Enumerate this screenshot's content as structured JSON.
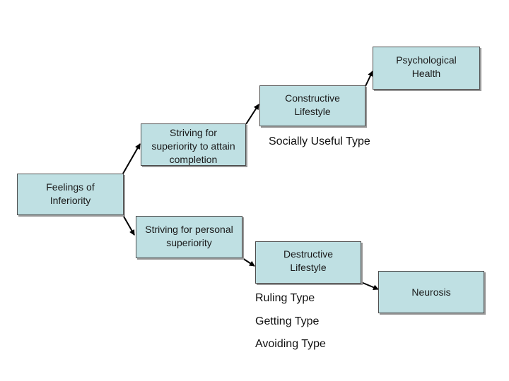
{
  "nodes": {
    "feelings_of_inferiority": "Feelings of\nInferiority",
    "striving_for_superiority_completion": "Striving for\nsuperiority to attain\ncompletion",
    "striving_for_personal_superiority": "Striving for personal\nsuperiority",
    "constructive_lifestyle": "Constructive\nLifestyle",
    "destructive_lifestyle": "Destructive\nLifestyle",
    "psychological_health": "Psychological\nHealth",
    "neurosis": "Neurosis"
  },
  "labels": {
    "socially_useful_type": "Socially Useful Type",
    "ruling_type": "Ruling Type",
    "getting_type": "Getting Type",
    "avoiding_type": "Avoiding Type"
  },
  "colors": {
    "node_fill": "#bfe0e3",
    "node_border": "#4d4d4d",
    "connector": "#000000"
  }
}
